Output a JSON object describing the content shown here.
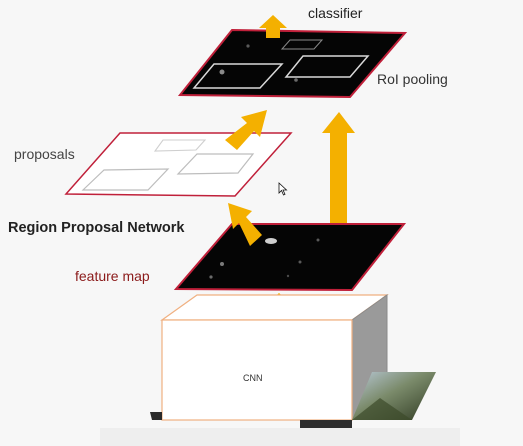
{
  "diagram": {
    "labels": {
      "classifier": "classifier",
      "roi_pooling": "RoI pooling",
      "proposals": "proposals",
      "region_proposal_network": "Region Proposal Network",
      "feature_map": "feature map",
      "cnn": "CNN"
    },
    "colors": {
      "background": "#f7f7f7",
      "arrow": "#f4b000",
      "map_fill": "#050505",
      "map_border": "#c0203a",
      "proposal_border": "#c0203a",
      "feature_map_text": "#8b1a1a",
      "cnn_box_border": "#f0b080",
      "cnn_side": "#9a9a9a"
    }
  }
}
